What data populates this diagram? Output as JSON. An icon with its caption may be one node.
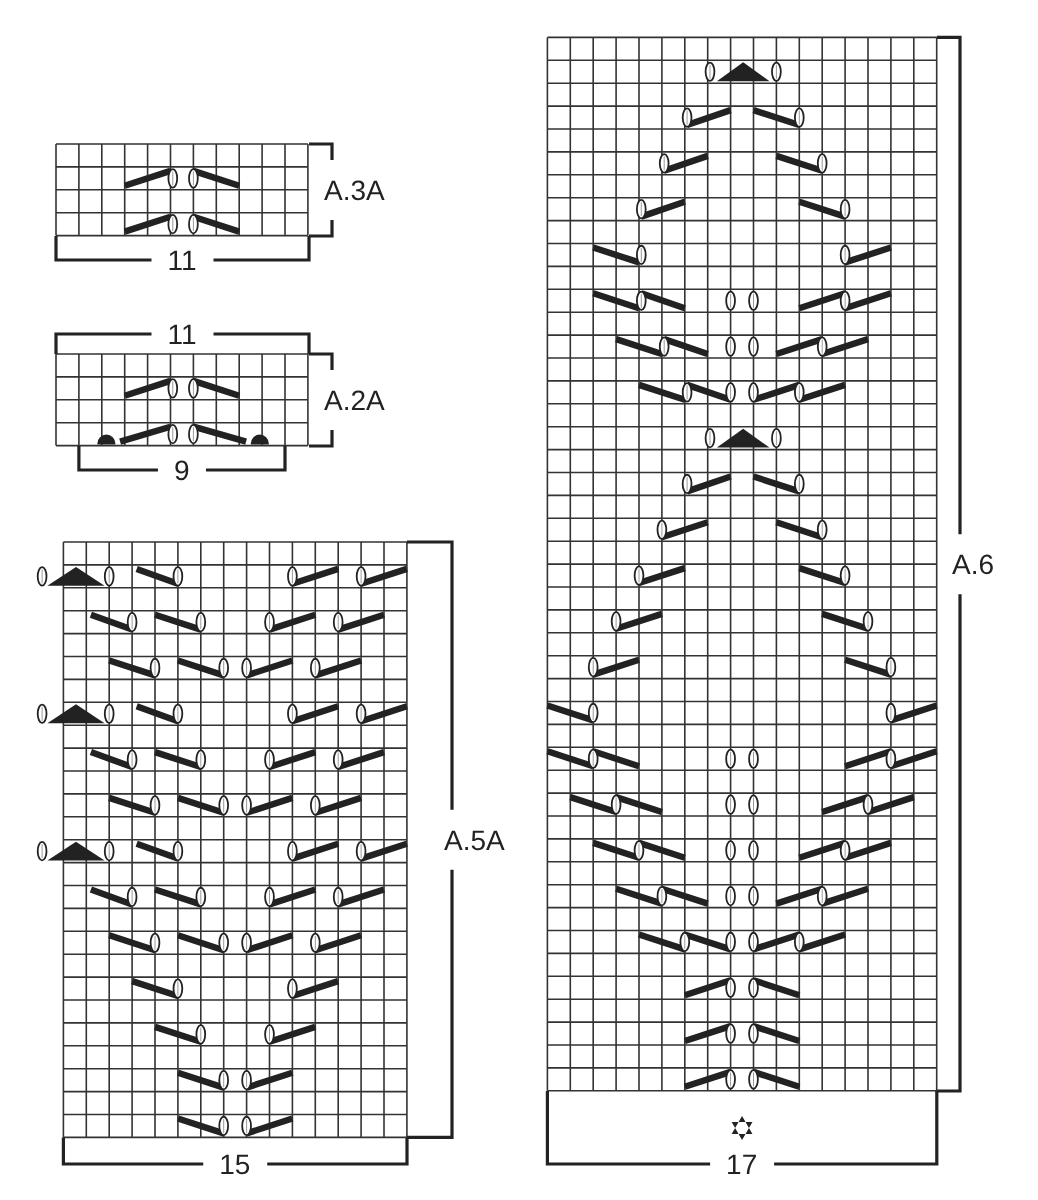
{
  "diagram": {
    "labels": [
      "A.3A",
      "11",
      "11",
      "A.2A",
      "9",
      "A.5A",
      "15",
      "A.6",
      "17"
    ]
  }
}
